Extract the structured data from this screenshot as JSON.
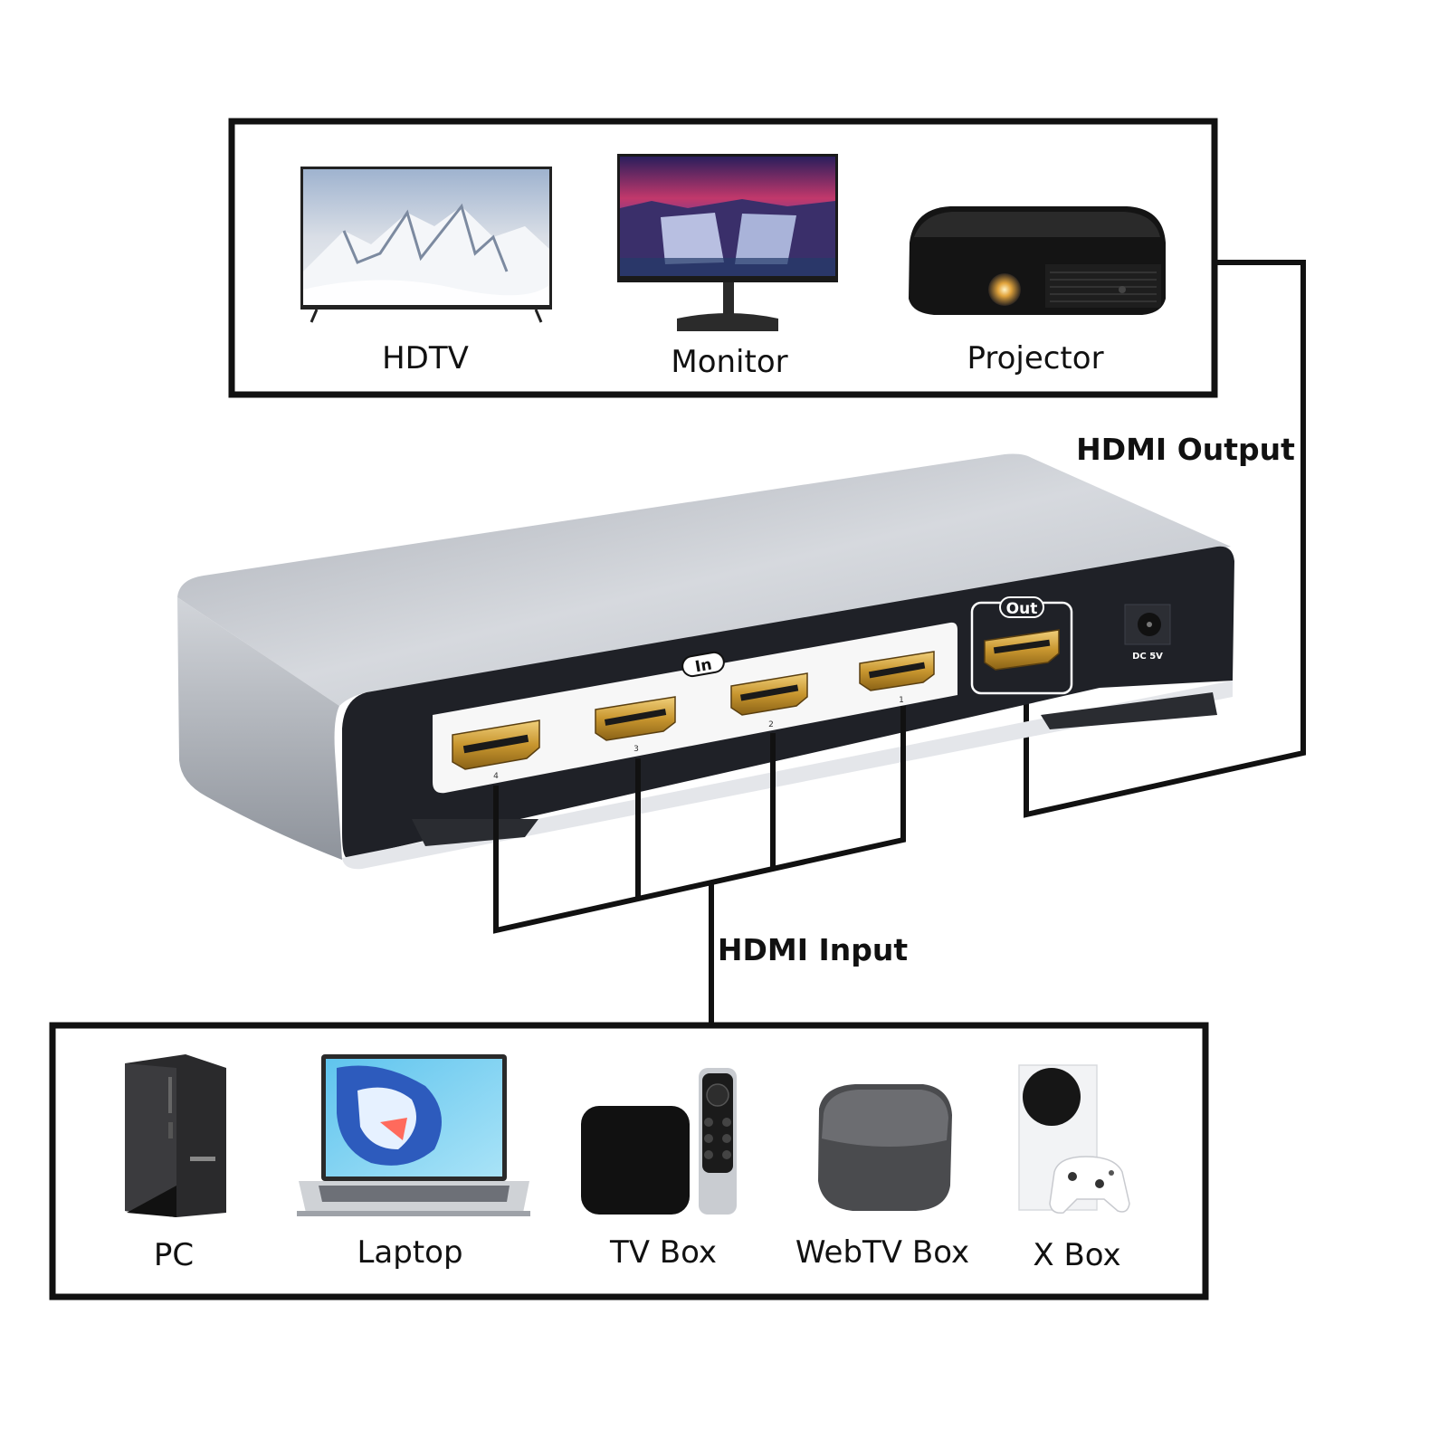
{
  "output_devices": [
    {
      "id": "hdtv",
      "label": "HDTV"
    },
    {
      "id": "monitor",
      "label": "Monitor"
    },
    {
      "id": "projector",
      "label": "Projector"
    }
  ],
  "input_devices": [
    {
      "id": "pc",
      "label": "PC"
    },
    {
      "id": "laptop",
      "label": "Laptop"
    },
    {
      "id": "tv-box",
      "label": "TV Box"
    },
    {
      "id": "webtv-box",
      "label": "WebTV Box"
    },
    {
      "id": "x-box",
      "label": "X Box"
    }
  ],
  "connections": {
    "output_label": "HDMI Output",
    "input_label": "HDMI Input"
  },
  "switch": {
    "in_tag": "In",
    "out_tag": "Out",
    "power_label": "DC 5V",
    "port_numbers": [
      "4",
      "3",
      "2",
      "1"
    ]
  },
  "colors": {
    "frame": "#111111",
    "switch_body": "#c9ccd2",
    "switch_panel": "#1f2127",
    "port_gold": "#c89a3a"
  }
}
